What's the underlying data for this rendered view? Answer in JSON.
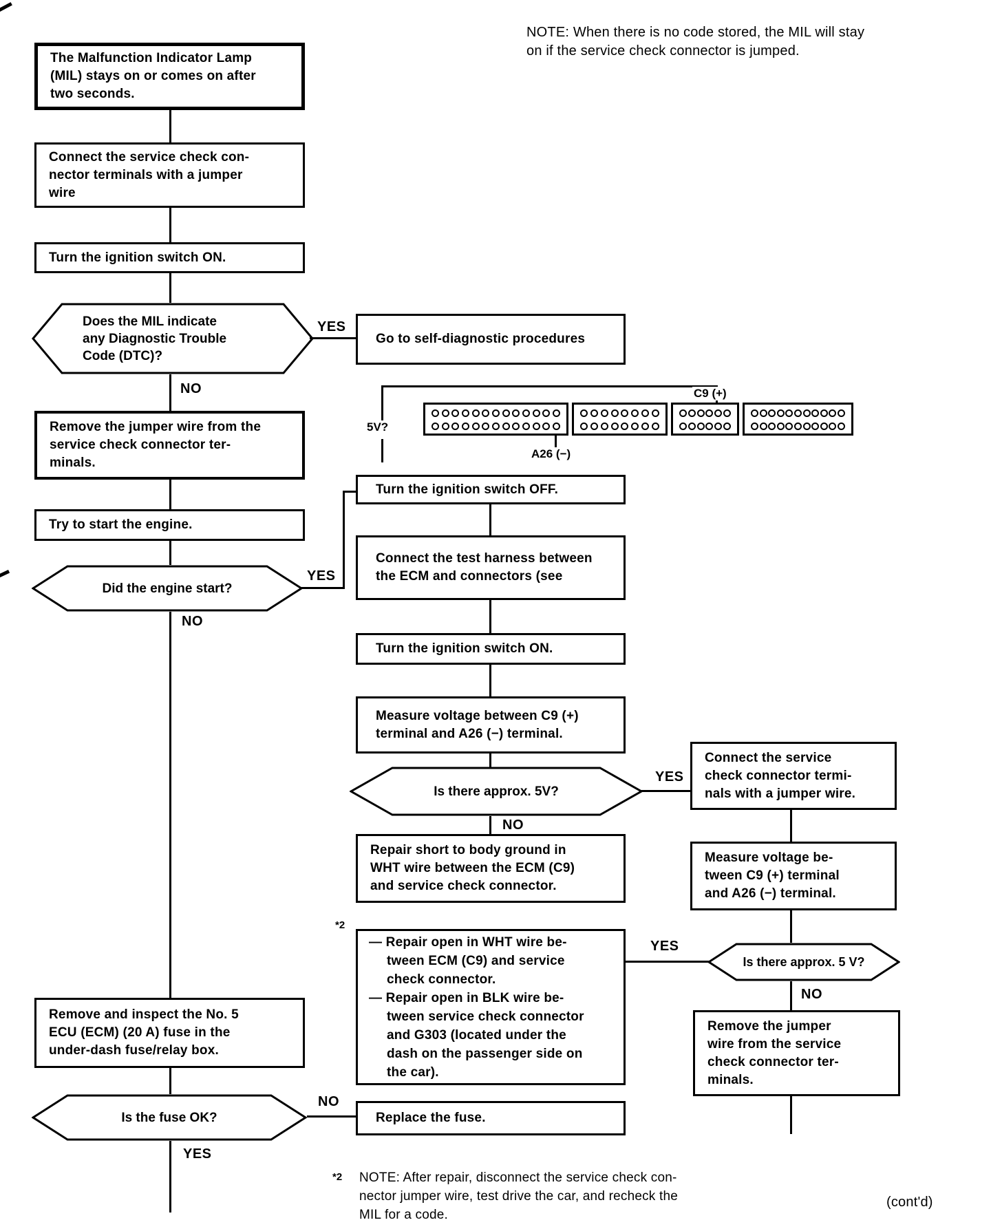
{
  "page": {
    "background": "#ffffff",
    "ink": "#000000"
  },
  "top_note": "NOTE:  When there is no code stored, the MIL will stay\non if the service check connector is jumped.",
  "labels": {
    "yes": "YES",
    "no": "NO"
  },
  "nodes": {
    "mil_on": "The Malfunction Indicator Lamp\n(MIL) stays on or comes on after\ntwo seconds.",
    "connect_jumper": "Connect the service check con-\nnector terminals with a jumper\nwire",
    "ignition_on": "Turn the ignition switch ON.",
    "mil_dtc": "Does the MIL indicate\nany Diagnostic Trouble\nCode (DTC)?",
    "self_diag": "Go to self-diagnostic procedures",
    "remove_jumper": "Remove the jumper wire from the\nservice check connector ter-\nminals.",
    "try_start": "Try to start the engine.",
    "engine_start": "Did the engine start?",
    "ignition_off": "Turn the ignition switch OFF.",
    "test_harness": "Connect the test harness between\nthe ECM and connectors (see",
    "ignition_on_2": "Turn the ignition switch ON.",
    "measure_voltage": "Measure voltage between C9 (+)\nterminal and A26 (−) terminal.",
    "approx_5v": "Is there approx. 5V?",
    "repair_short": "Repair short to body ground in\nWHT wire between the ECM (C9)\nand service check connector.",
    "repair_open_1": "—  Repair open in WHT wire be-\ntween ECM (C9) and service\ncheck connector.",
    "repair_open_2": "—  Repair open in BLK wire be-\ntween service check connector\nand G303 (located under the\ndash on the passenger side on\nthe car).",
    "connect_jumper_2": "Connect the service\ncheck connector termi-\nnals with a jumper wire.",
    "measure_voltage_2": "Measure voltage be-\ntween C9 (+) terminal\nand A26 (−) terminal.",
    "approx_5v_2": "Is there approx. 5 V?",
    "remove_jumper_2": "Remove the jumper\nwire from the service\ncheck connector ter-\nminals.",
    "inspect_fuse": "Remove and inspect the No. 5\nECU (ECM) (20 A) fuse in the\nunder-dash fuse/relay box.",
    "fuse_ok": "Is the fuse OK?",
    "replace_fuse": "Replace the fuse."
  },
  "connector": {
    "c9_label": "C9 (+)",
    "a26_label": "A26 (−)",
    "voltage_label": "5V?",
    "rows": 2,
    "sections": [
      {
        "cols": 13
      },
      {
        "cols": 8
      },
      {
        "cols": 6
      },
      {
        "cols": 11
      }
    ]
  },
  "footnotes": {
    "marker": "*2",
    "bottom_marker": "*2",
    "bottom_note": "NOTE: After repair, disconnect the service check con-\nnector jumper wire, test drive the car, and recheck the\nMIL for a code.",
    "contd": "(cont'd)"
  }
}
